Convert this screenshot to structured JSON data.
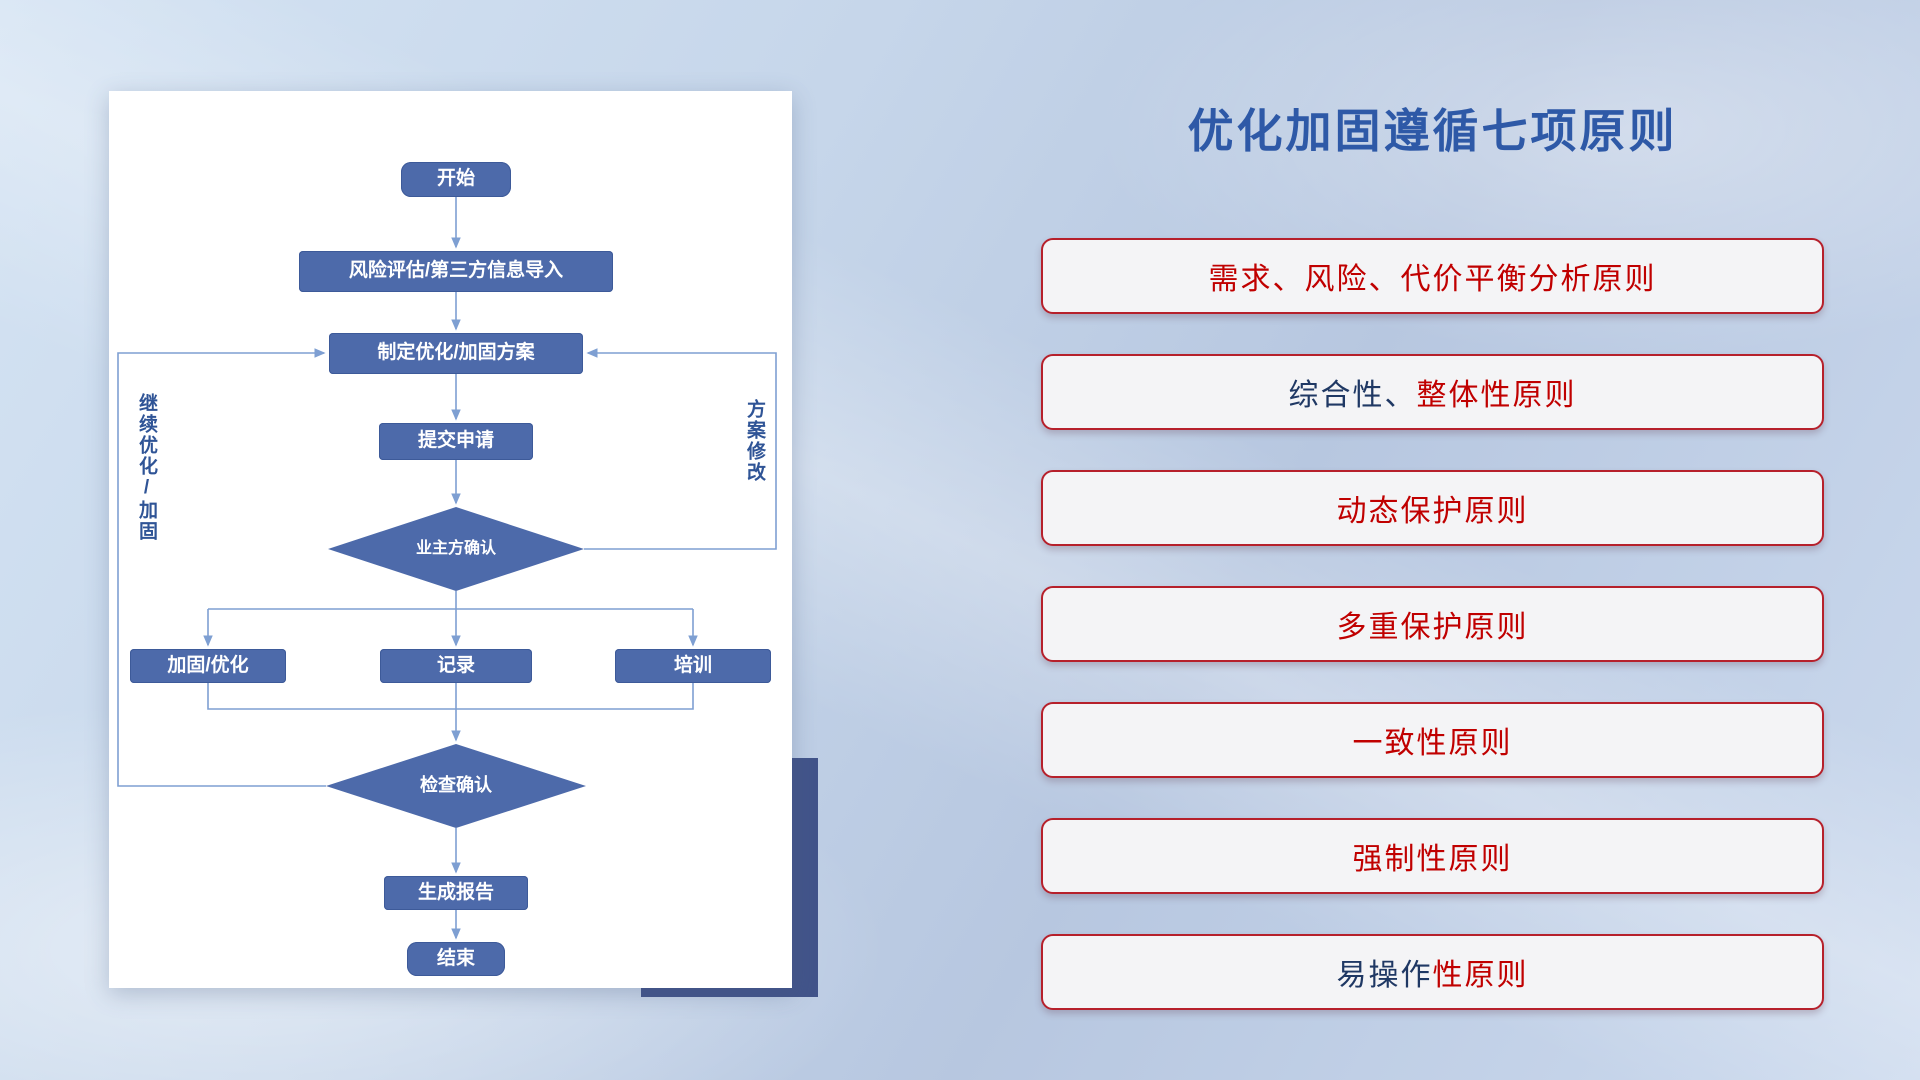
{
  "flowchart": {
    "nodes": {
      "start": "开始",
      "risk_import": "风险评估/第三方信息导入",
      "make_plan": "制定优化/加固方案",
      "submit": "提交申请",
      "owner_confirm": "业主方确认",
      "harden_optimize": "加固/优化",
      "record": "记录",
      "training": "培训",
      "check_confirm": "检查确认",
      "report": "生成报告",
      "end": "结束"
    },
    "labels": {
      "continue_loop": "继续优化/加固",
      "plan_revision": "方案修改"
    }
  },
  "panel": {
    "title": "优化加固遵循七项原则",
    "principles": [
      {
        "segments": [
          {
            "text": "需求、风险、代价平衡分析原则",
            "color": "#C00000"
          }
        ]
      },
      {
        "segments": [
          {
            "text": "综合性、",
            "color": "#1F3864"
          },
          {
            "text": "整体性原则",
            "color": "#C00000"
          }
        ]
      },
      {
        "segments": [
          {
            "text": "动态保护原则",
            "color": "#C00000"
          }
        ]
      },
      {
        "segments": [
          {
            "text": "多重保护原则",
            "color": "#C00000"
          }
        ]
      },
      {
        "segments": [
          {
            "text": "一致性原则",
            "color": "#C00000"
          }
        ]
      },
      {
        "segments": [
          {
            "text": "强制性原则",
            "color": "#C00000"
          }
        ]
      },
      {
        "segments": [
          {
            "text": "易操作",
            "color": "#1F3864"
          },
          {
            "text": "性原则",
            "color": "#C00000"
          }
        ]
      }
    ]
  },
  "colors": {
    "title_blue": "#2E59A7",
    "node_blue": "#4D6AAA",
    "connector_blue": "#7E9FD2",
    "principle_red": "#C00000",
    "principle_navy": "#1F3864",
    "accent_navy": "#42548A",
    "card_white": "#FFFFFF"
  }
}
